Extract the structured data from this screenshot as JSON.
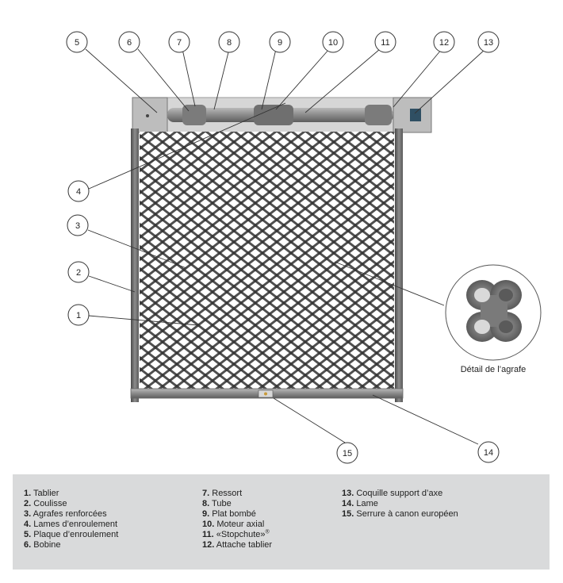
{
  "callouts": [
    "1",
    "2",
    "3",
    "4",
    "5",
    "6",
    "7",
    "8",
    "9",
    "10",
    "11",
    "12",
    "13",
    "14",
    "15"
  ],
  "detail_caption": "Détail de l’agrafe",
  "legend": {
    "columns": [
      [
        {
          "num": "1.",
          "text": "Tablier"
        },
        {
          "num": "2.",
          "text": "Coulisse"
        },
        {
          "num": "3.",
          "text": "Agrafes renforcées"
        },
        {
          "num": "4.",
          "text": "Lames d’enroulement"
        },
        {
          "num": "5.",
          "text": "Plaque d’enroulement"
        },
        {
          "num": "6.",
          "text": "Bobine"
        }
      ],
      [
        {
          "num": "7.",
          "text": "Ressort"
        },
        {
          "num": "8.",
          "text": "Tube"
        },
        {
          "num": "9.",
          "text": "Plat bombé"
        },
        {
          "num": "10.",
          "text": "Moteur axial"
        },
        {
          "num": "11.",
          "text": "«Stopchute»",
          "sup": "®"
        },
        {
          "num": "12.",
          "text": "Attache tablier"
        }
      ],
      [
        {
          "num": "13.",
          "text": "Coquille support d’axe"
        },
        {
          "num": "14.",
          "text": "Lame"
        },
        {
          "num": "15.",
          "text": "Serrure à canon européen"
        }
      ]
    ]
  },
  "colors": {
    "frame": "#6e6e6e",
    "mesh": "#5a5a5a",
    "legend_bg": "#d9dadb"
  }
}
